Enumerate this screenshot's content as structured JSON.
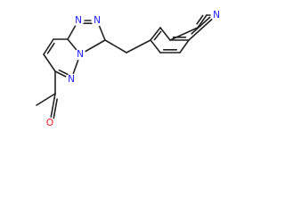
{
  "structure": {
    "atoms": [
      {
        "id": "n_quinoline",
        "symbol": "N",
        "color": "#1a1aff"
      },
      {
        "id": "n_triazole_top_left",
        "symbol": "N",
        "color": "#1a1aff"
      },
      {
        "id": "n_triazole_top_right",
        "symbol": "N",
        "color": "#1a1aff"
      },
      {
        "id": "n_bridge",
        "symbol": "N",
        "color": "#1a1aff"
      },
      {
        "id": "n_pyridazine",
        "symbol": "N",
        "color": "#1a1aff"
      },
      {
        "id": "o_carbonyl",
        "symbol": "O",
        "color": "#ff1a1a"
      }
    ]
  }
}
